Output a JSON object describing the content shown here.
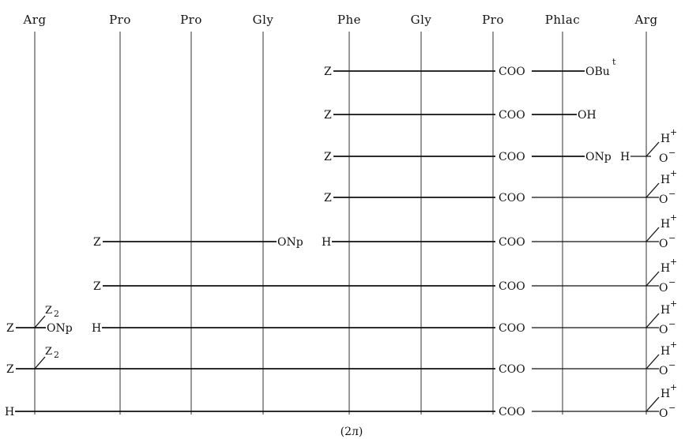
{
  "residues": [
    "Arg",
    "Pro",
    "Pro",
    "Gly",
    "Phe",
    "Gly",
    "Pro",
    "Phlac",
    "Arg"
  ],
  "label_Z": "Z",
  "label_H": "H",
  "label_COO": "COO",
  "label_ONp": "ONp",
  "label_OH": "OH",
  "label_OBu": "OBu",
  "label_OBu_sup": "t",
  "label_Hplus": "H",
  "label_plus": "+",
  "label_Ominus": "O",
  "label_minus": "−",
  "label_Z2": "Z",
  "label_Z2_sub": "2",
  "caption": "(2л)"
}
